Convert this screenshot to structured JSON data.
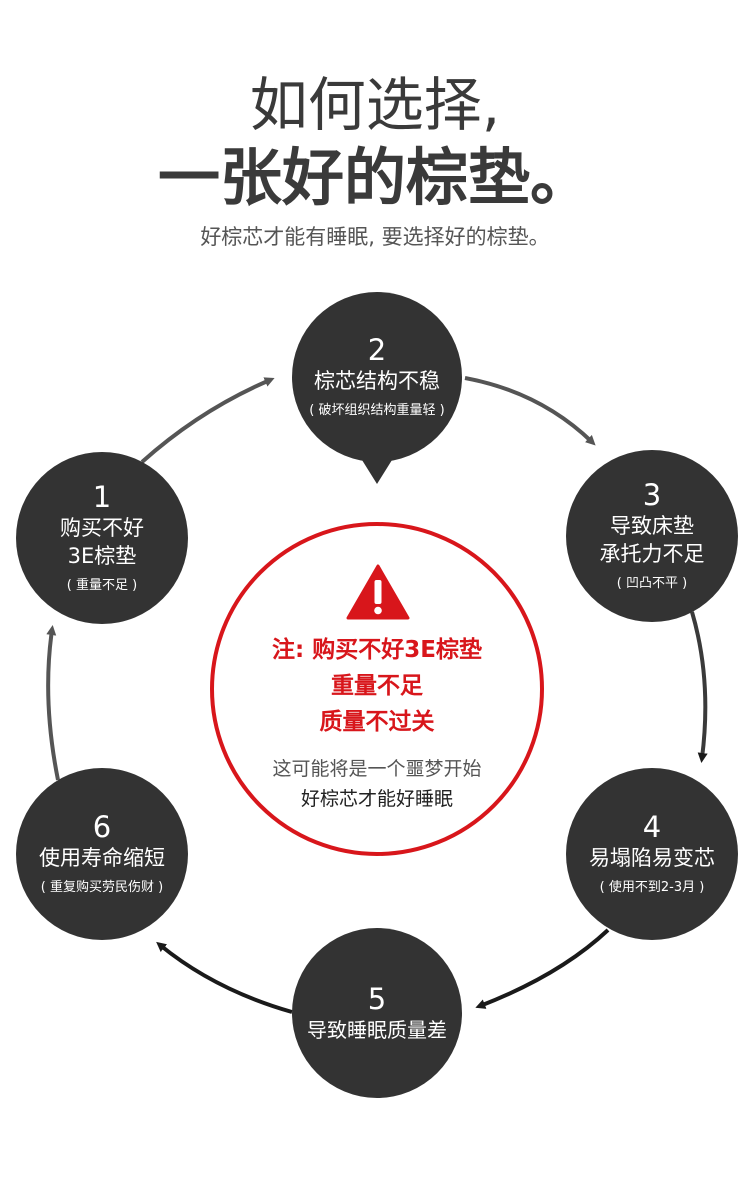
{
  "header": {
    "title_line1": "如何选择,",
    "title_line2": "一张好的棕垫。",
    "subtitle": "好棕芯才能有睡眠, 要选择好的棕垫。"
  },
  "cycle": [
    {
      "number": "1",
      "label_lines": [
        "购买不好",
        "3E棕垫"
      ],
      "note": "( 重量不足 )"
    },
    {
      "number": "2",
      "label_lines": [
        "棕芯结构不稳"
      ],
      "note": "( 破坏组织结构重量轻 )"
    },
    {
      "number": "3",
      "label_lines": [
        "导致床垫",
        "承托力不足"
      ],
      "note": "( 凹凸不平 )"
    },
    {
      "number": "4",
      "label_lines": [
        "易塌陷易变芯"
      ],
      "note": "( 使用不到2-3月 )"
    },
    {
      "number": "5",
      "label_lines": [
        "导致睡眠质量差"
      ],
      "note": ""
    },
    {
      "number": "6",
      "label_lines": [
        "使用寿命缩短"
      ],
      "note": "( 重复购买劳民伤财 )"
    }
  ],
  "center": {
    "warning_lines": [
      "注: 购买不好3E棕垫",
      "重量不足",
      "质量不过关"
    ],
    "sub_lines": [
      "这可能将是一个噩梦开始",
      "好棕芯才能好睡眠"
    ]
  },
  "colors": {
    "node": "#333333",
    "accent_red": "#d8161b",
    "arrow_grey": "#555555",
    "arrow_dark": "#1a1a1a",
    "title_text": "#3a3a3a"
  },
  "icons": {
    "warning": "warning-triangle-icon"
  }
}
